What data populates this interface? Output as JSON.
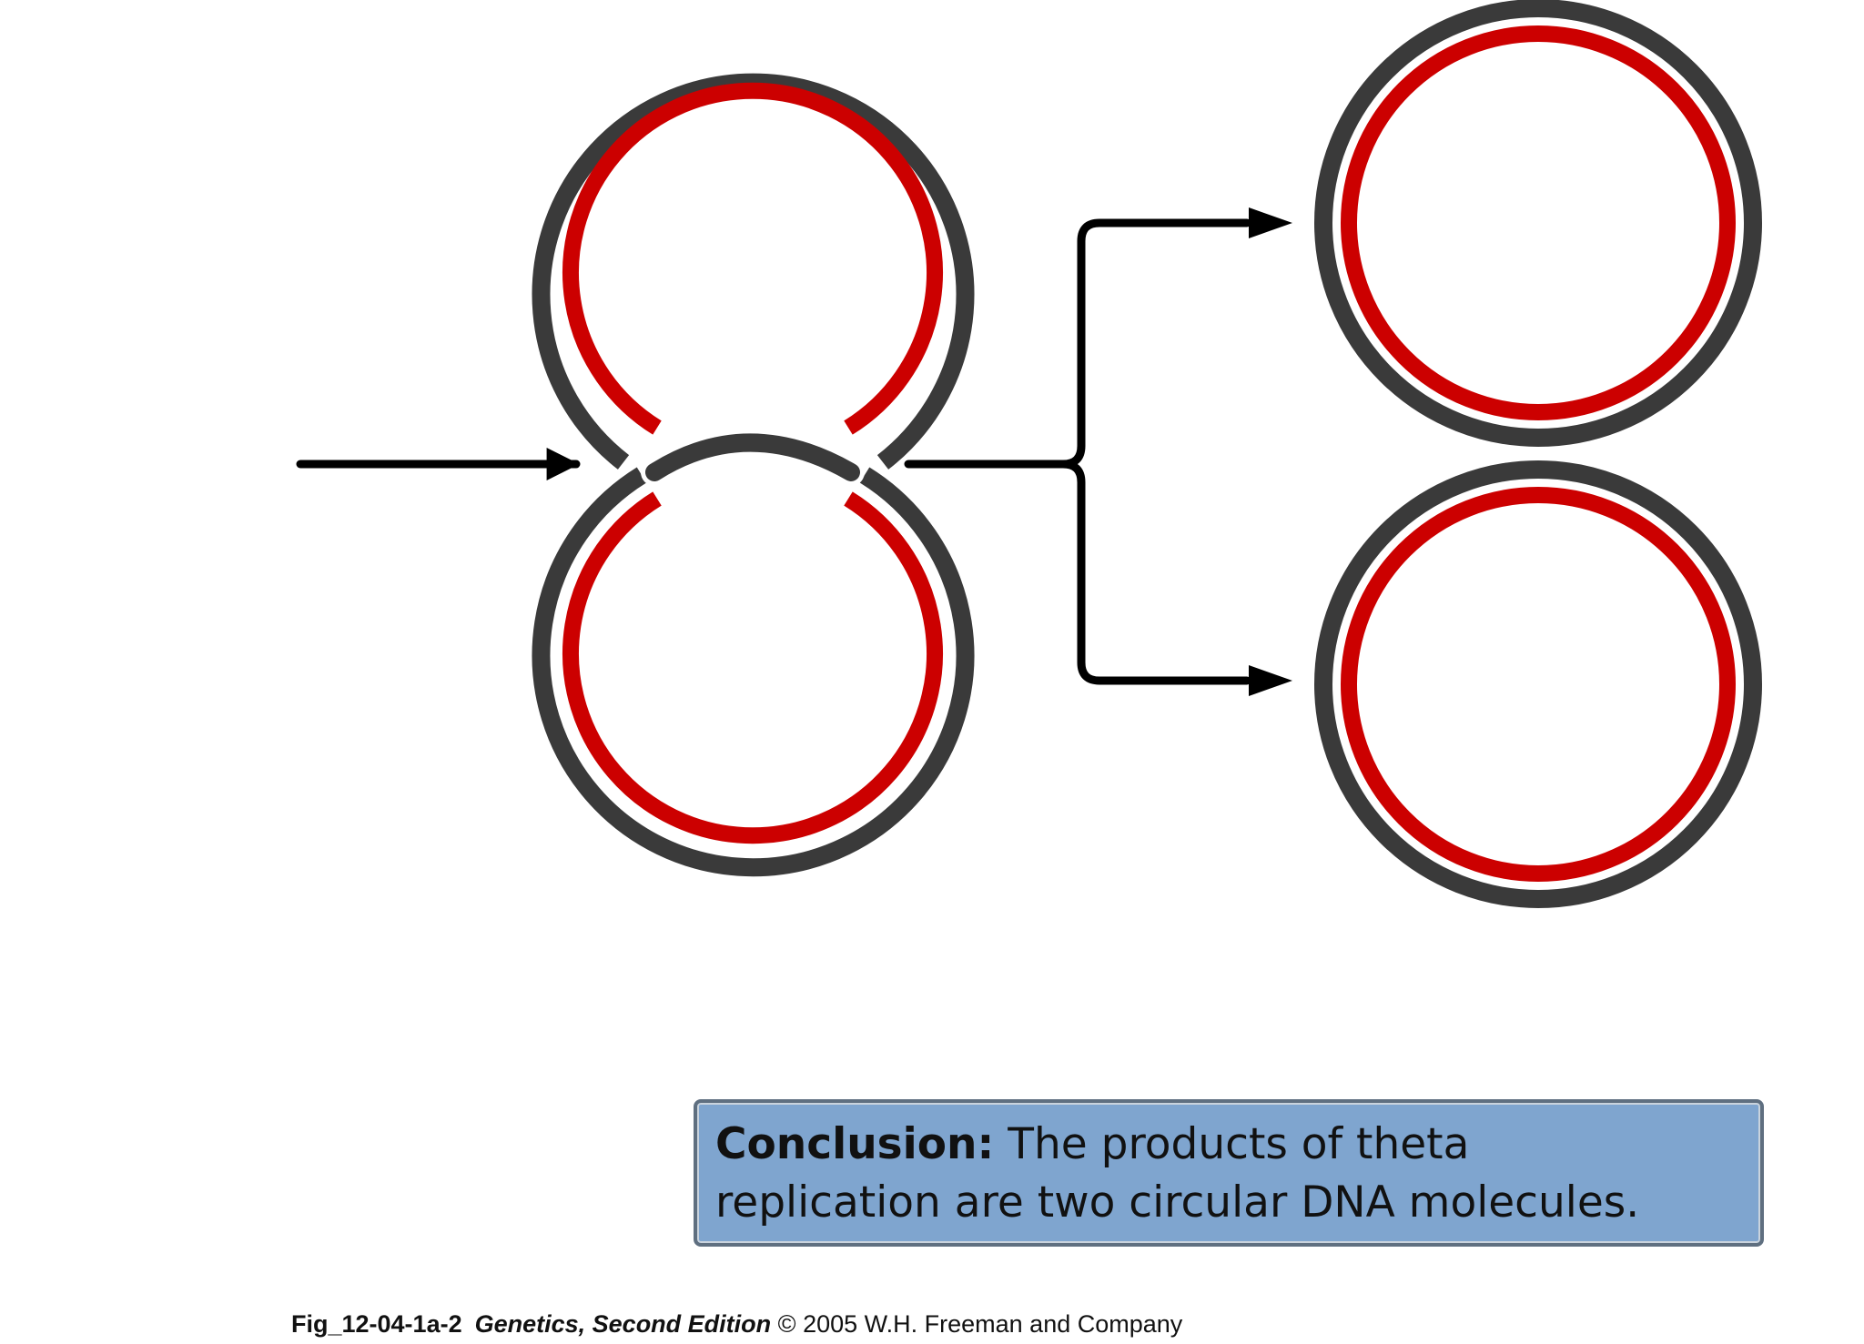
{
  "colors": {
    "parental_strand": "#3a3a3a",
    "new_strand": "#cc0000",
    "arrow": "#000000",
    "conclusion_box": "#7fa5cf"
  },
  "conclusion": {
    "label": "Conclusion:",
    "text_line1": " The products of theta",
    "text_line2": "replication are two circular DNA molecules."
  },
  "caption": {
    "figure_id": "Fig_12-04-1a-2",
    "book_title": "Genetics, Second Edition",
    "copyright": "© 2005 W.H. Freeman and Company"
  }
}
